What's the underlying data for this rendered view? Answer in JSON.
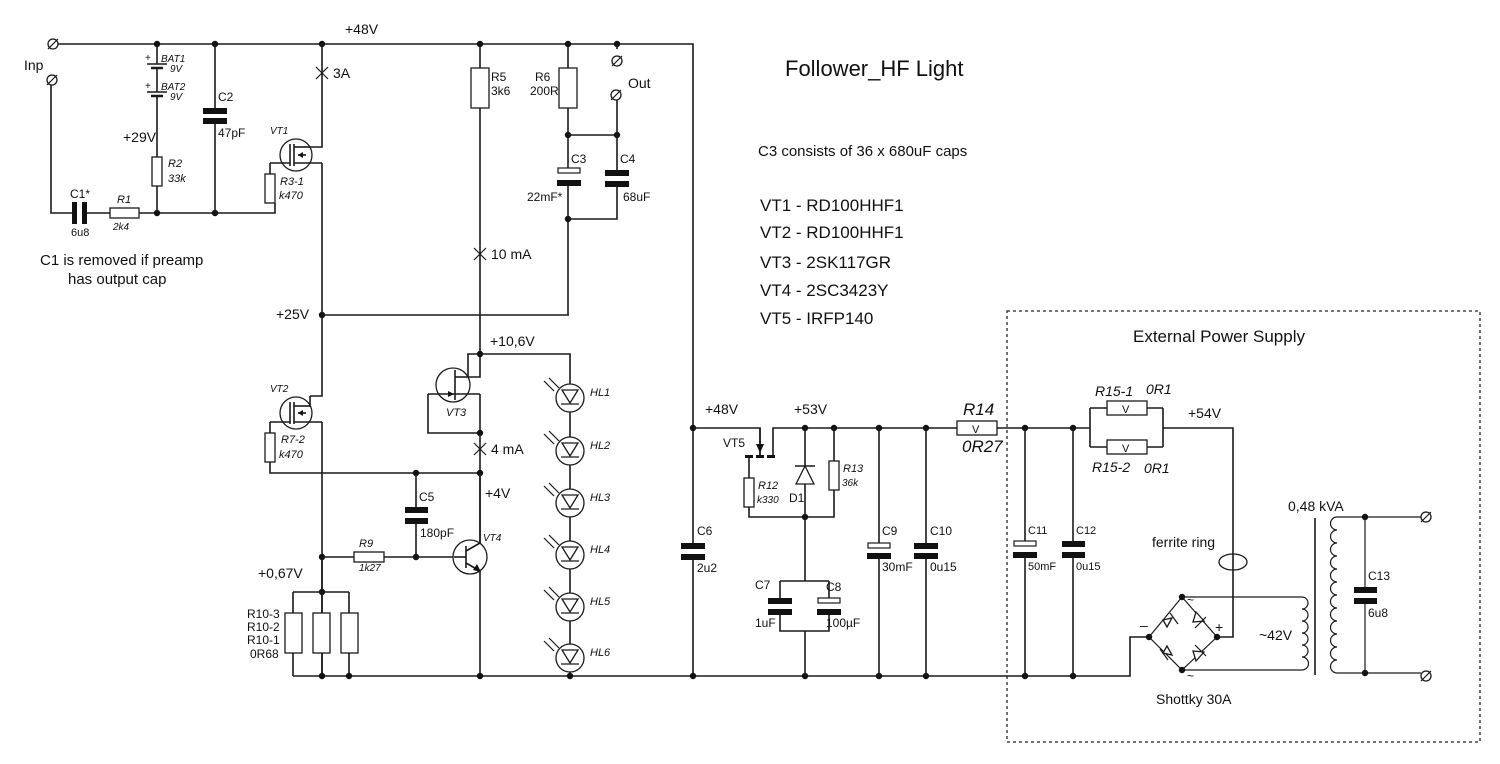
{
  "title": "Follower_HF Light",
  "notes": {
    "c3_note": "C3  consists of 36 x 680uF caps",
    "c1_note_line1": "C1  is removed if preamp",
    "c1_note_line2": "has output cap"
  },
  "transistor_list": [
    {
      "ref": "VT1",
      "part": "RD100HHF1"
    },
    {
      "ref": "VT2",
      "part": "RD100HHF1"
    },
    {
      "ref": "VT3",
      "part": "2SK117GR"
    },
    {
      "ref": "VT4",
      "part": "2SC3423Y"
    },
    {
      "ref": "VT5",
      "part": "IRFP140"
    }
  ],
  "transistor_lines": [
    "VT1  -  RD100HHF1",
    "VT2  -  RD100HHF1",
    "VT3  -  2SK117GR",
    "VT4  -  2SC3423Y",
    "VT5  -  IRFP140"
  ],
  "terminals": {
    "input": "Inp",
    "output": "Out"
  },
  "voltages": {
    "v48_top": "+48V",
    "v29": "+29V",
    "v25": "+25V",
    "v10_6": "+10,6V",
    "v4": "+4V",
    "v0_67": "+0,67V",
    "v48_right": "+48V",
    "v53": "+53V",
    "v54": "+54V",
    "v42ac": "~42V"
  },
  "currents": {
    "i_3a": "3A",
    "i_10ma": "10 mA",
    "i_4ma": "4 mA"
  },
  "components": {
    "BAT1": {
      "ref": "BAT1",
      "value": "9V"
    },
    "BAT2": {
      "ref": "BAT2",
      "value": "9V"
    },
    "C1": {
      "ref": "C1*",
      "value": "6u8"
    },
    "R1": {
      "ref": "R1",
      "value": "2k4"
    },
    "R2": {
      "ref": "R2",
      "value": "33k"
    },
    "C2": {
      "ref": "C2",
      "value": "47pF"
    },
    "VT1": {
      "ref": "VT1"
    },
    "R3": {
      "ref": "R3-1",
      "value": "k470"
    },
    "R5": {
      "ref": "R5",
      "value": "3k6"
    },
    "R6": {
      "ref": "R6",
      "value": "200R"
    },
    "C3": {
      "ref": "C3",
      "value": "22mF*"
    },
    "C4": {
      "ref": "C4",
      "value": "68uF"
    },
    "VT2": {
      "ref": "VT2"
    },
    "R7": {
      "ref": "R7-2",
      "value": "k470"
    },
    "VT3": {
      "ref": "VT3"
    },
    "C5": {
      "ref": "C5",
      "value": "180pF"
    },
    "R9": {
      "ref": "R9",
      "value": "1k27"
    },
    "VT4": {
      "ref": "VT4"
    },
    "R10": {
      "ref3": "R10-3",
      "ref2": "R10-2",
      "ref1": "R10-1",
      "value": "0R68"
    },
    "HL": [
      "HL1",
      "HL2",
      "HL3",
      "HL4",
      "HL5",
      "HL6"
    ],
    "C6": {
      "ref": "C6",
      "value": "2u2"
    },
    "VT5": {
      "ref": "VT5"
    },
    "R12": {
      "ref": "R12",
      "value": "k330"
    },
    "D1": {
      "ref": "D1"
    },
    "R13": {
      "ref": "R13",
      "value": "36k"
    },
    "C7": {
      "ref": "C7",
      "value": "1uF"
    },
    "C8": {
      "ref": "C8",
      "value": "100µF"
    },
    "C9": {
      "ref": "C9",
      "value": "30mF"
    },
    "C10": {
      "ref": "C10",
      "value": "0u15"
    },
    "R14": {
      "ref": "R14",
      "value": "0R27"
    },
    "C11": {
      "ref": "C11",
      "value": "50mF"
    },
    "C12": {
      "ref": "C12",
      "value": "0u15"
    },
    "R15_1": {
      "ref": "R15-1",
      "value": "0R1"
    },
    "R15_2": {
      "ref": "R15-2",
      "value": "0R1"
    },
    "C13": {
      "ref": "C13",
      "value": "6u8"
    }
  },
  "power_supply": {
    "label": "External Power Supply",
    "ferrite": "ferrite ring",
    "bridge": "Shottky  30A",
    "transformer": "0,48 kVA",
    "plus": "+",
    "minus": "–",
    "ac": "~",
    "wirewound_mark": "V"
  }
}
